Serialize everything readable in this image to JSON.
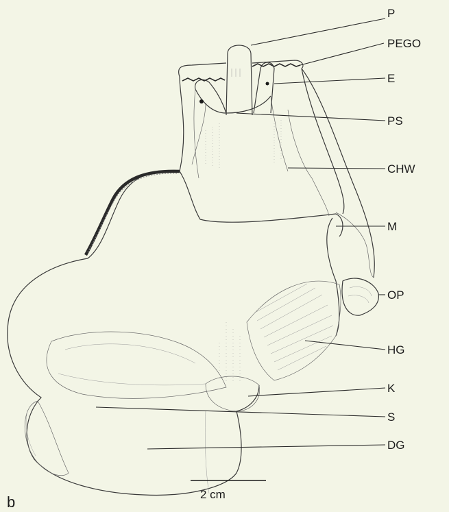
{
  "figure": {
    "panel_letter": "b",
    "scale_bar_label": "2 cm",
    "labels": [
      {
        "key": "P",
        "text": "P"
      },
      {
        "key": "PEGO",
        "text": "PEGO"
      },
      {
        "key": "E",
        "text": "E"
      },
      {
        "key": "PS",
        "text": "PS"
      },
      {
        "key": "CHW",
        "text": "CHW"
      },
      {
        "key": "M",
        "text": "M"
      },
      {
        "key": "OP",
        "text": "OP"
      },
      {
        "key": "HG",
        "text": "HG"
      },
      {
        "key": "K",
        "text": "K"
      },
      {
        "key": "S",
        "text": "S"
      },
      {
        "key": "DG",
        "text": "DG"
      }
    ]
  }
}
